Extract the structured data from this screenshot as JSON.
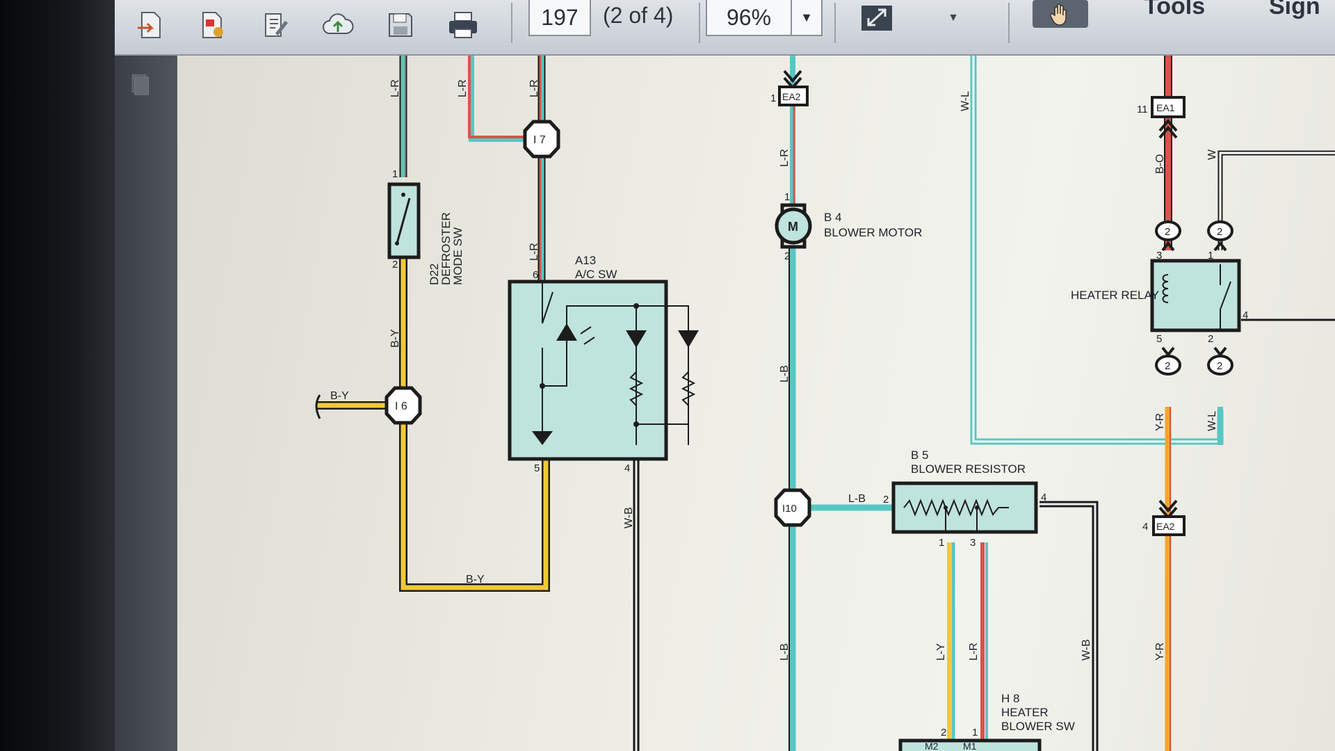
{
  "toolbar": {
    "page_number": "197",
    "page_of": "(2 of 4)",
    "zoom": "96%",
    "menu_tools": "Tools",
    "menu_sign": "Sign",
    "icons": [
      "open-icon",
      "create-pdf-icon",
      "edit-icon",
      "cloud-upload-icon",
      "save-icon",
      "print-icon",
      "zoom-dropdown-icon",
      "fit-page-icon",
      "more-dropdown-icon",
      "hand-tool-icon"
    ]
  },
  "diagram": {
    "components": {
      "defroster_sw": {
        "code": "D22",
        "name_1": "DEFROSTER",
        "name_2": "MODE SW"
      },
      "ac_sw": {
        "code": "A13",
        "name": "A/C SW"
      },
      "blower_motor": {
        "code": "B 4",
        "name": "BLOWER MOTOR",
        "symbol": "M"
      },
      "blower_resistor": {
        "code": "B 5",
        "name": "BLOWER RESISTOR"
      },
      "heater_relay": {
        "name": "HEATER RELAY"
      },
      "heater_blower_sw": {
        "code": "H 8",
        "name_1": "HEATER",
        "name_2": "BLOWER SW",
        "pin_m2": "M2",
        "pin_m1": "M1"
      }
    },
    "junctions": {
      "i7": "I 7",
      "i6": "I 6",
      "i10": "I10"
    },
    "connectors": {
      "ea2_top": "EA2",
      "ea1": "EA1",
      "ea2_bottom": "EA2"
    },
    "wire_labels": {
      "lr": "L-R",
      "by": "B-Y",
      "wb": "W-B",
      "lb": "L-B",
      "wl": "W-L",
      "bo": "B-O",
      "w": "W",
      "yr": "Y-R",
      "ly": "L-Y"
    },
    "pins": {
      "p1": "1",
      "p2": "2",
      "p3": "3",
      "p4": "4",
      "p5": "5",
      "p6": "6",
      "p11": "11"
    },
    "colors": {
      "light_blue": "#57c7c4",
      "red": "#d9534b",
      "yellow": "#f0c93a",
      "orange": "#f2a531",
      "black": "#1c1c1c",
      "component_fill": "#bfe3dd"
    }
  }
}
